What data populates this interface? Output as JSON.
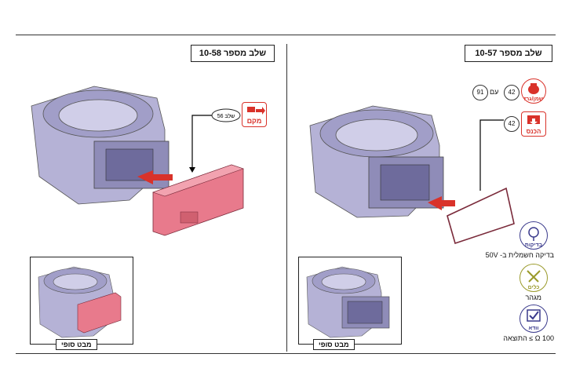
{
  "left_panel": {
    "step_title": "שלב מספר 10-58",
    "ref_step": "שלב 56",
    "tool_label": "מקם",
    "thumb_label": "מבט סופי"
  },
  "right_panel": {
    "step_title": "שלב מספר 10-57",
    "lubricant_label": "שמן/גרז",
    "lubricant_num": "42",
    "with_label": "עם",
    "with_num": "91",
    "insert_label": "הכנס",
    "insert_num": "42",
    "thumb_label": "מבט סופי"
  },
  "sidebar": {
    "electric_test_icon_label": "בדיקות",
    "electric_test_text": "בדיקה חשמלית ב- 50V",
    "tools_icon_label": "כלים",
    "tools_text": "מגהר",
    "verify_icon_label": "וודא",
    "verify_text": "100 Ω ≥ התוצאה"
  },
  "colors": {
    "housing": "#b5b2d6",
    "cover_pink": "#e87a8c",
    "arrow_red": "#d9322a",
    "icon_red": "#d9322a",
    "icon_purple": "#3a3a8c",
    "icon_olive": "#9a9a2a"
  }
}
